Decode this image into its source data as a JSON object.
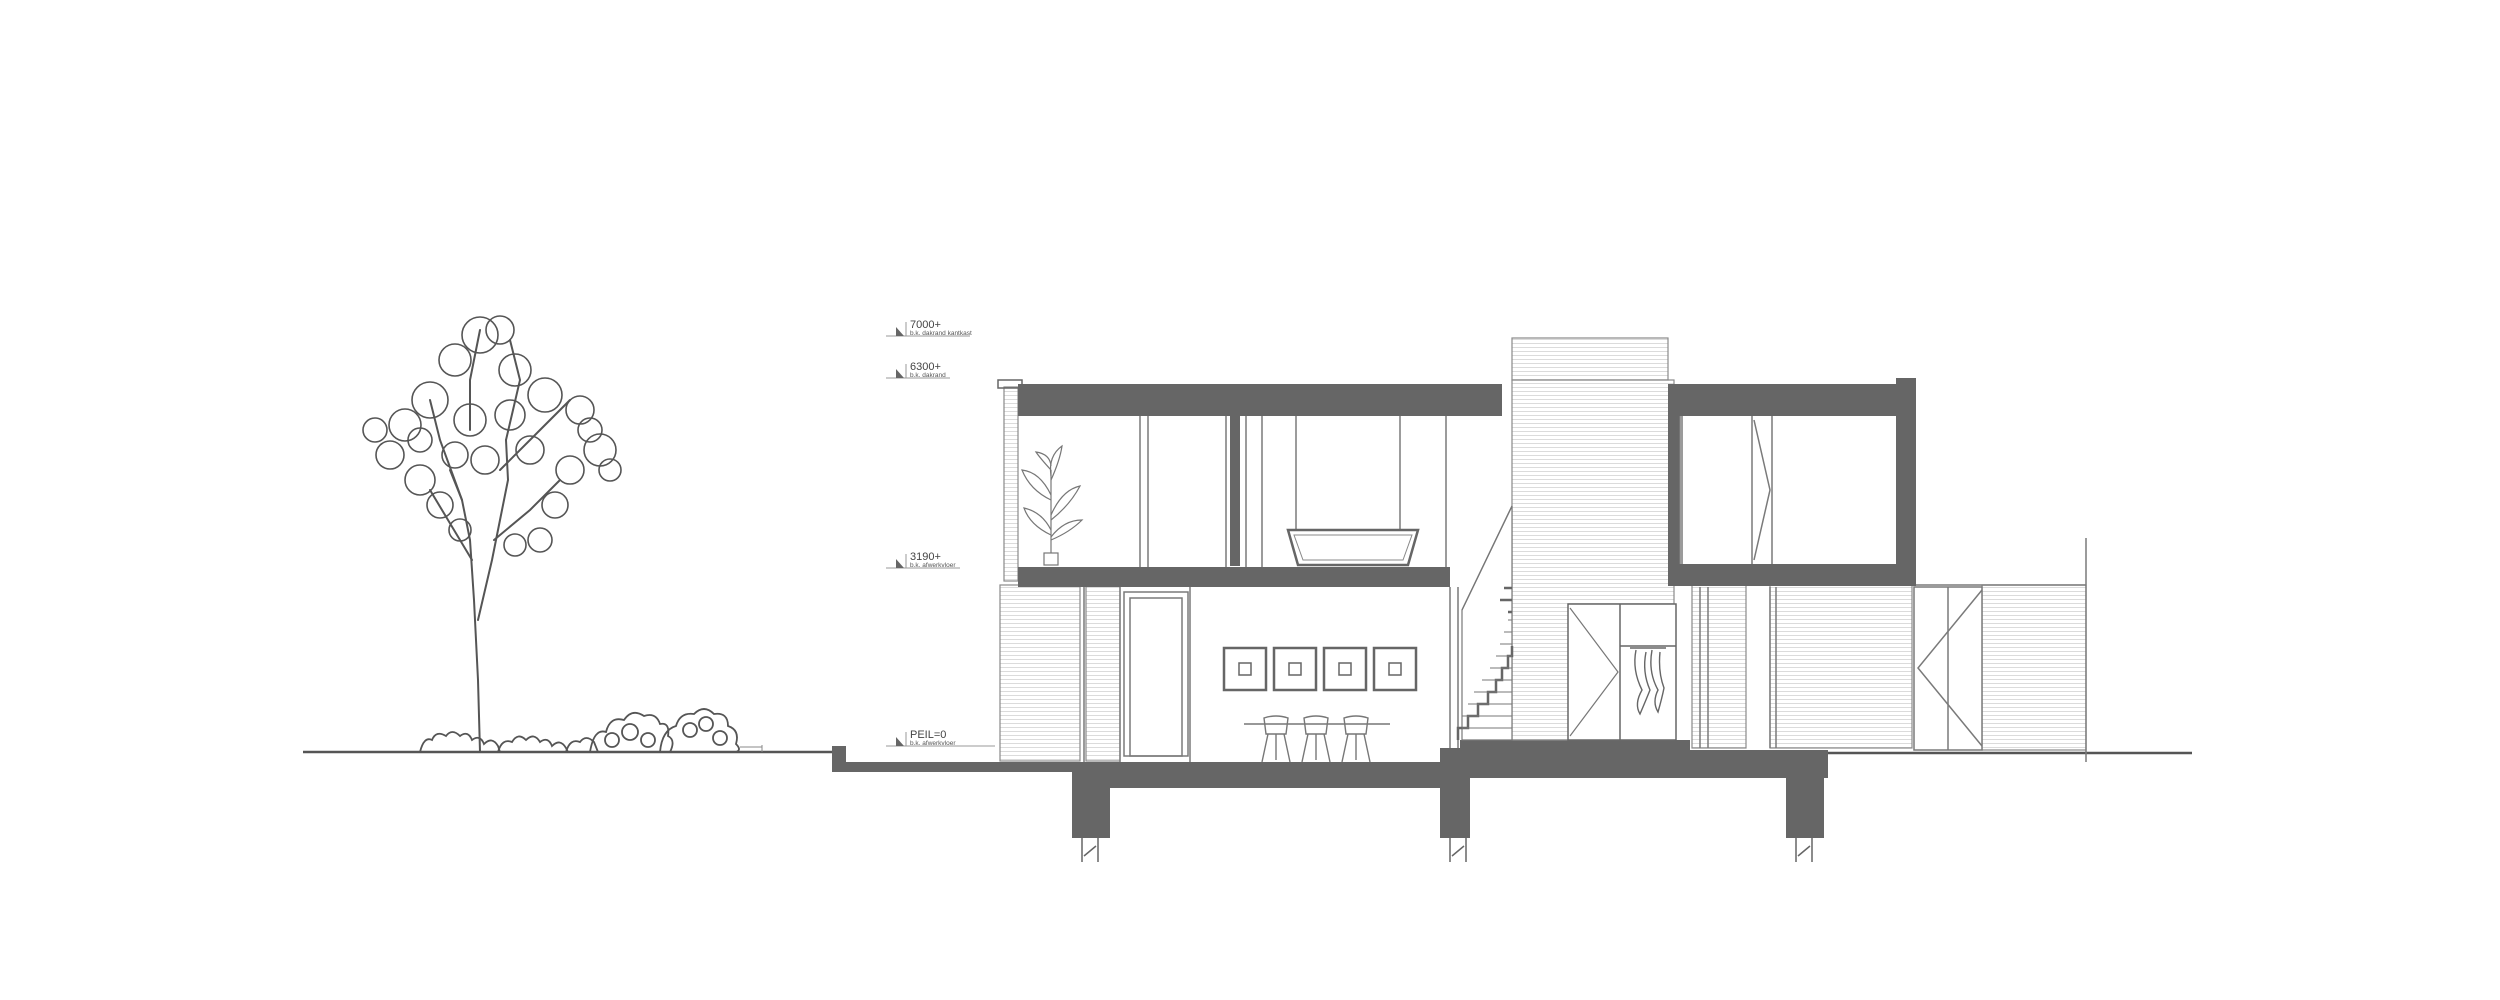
{
  "colors": {
    "structure": "#666666",
    "line": "#7a7a7a",
    "light_line": "#9a9a9a",
    "background": "#ffffff"
  },
  "levels": [
    {
      "value": "7000+",
      "label": "b.k. dakrand kantkast"
    },
    {
      "value": "6300+",
      "label": "b.k. dakrand"
    },
    {
      "value": "3190+",
      "label": "b.k. afwerkvloer"
    },
    {
      "value": "PEIL=0",
      "label": "b.k. afwerkvloer"
    }
  ],
  "icons": [
    "level-marker-icon",
    "tree-icon",
    "shrub-icon",
    "plant-icon",
    "chair-icon",
    "picture-frame-icon",
    "hanging-clothes-icon"
  ]
}
